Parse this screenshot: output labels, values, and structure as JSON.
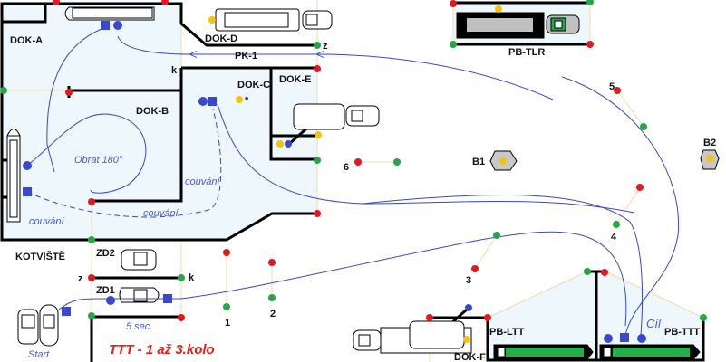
{
  "colors": {
    "water": "#eef7fc",
    "wall": "#000000",
    "path": "#3a48c4",
    "gate_red": "#e3191f",
    "gate_green": "#22a845",
    "buoy_yellow": "#f6c20a",
    "marker_blue": "#3a48d0",
    "guide_line": "#f0dcaa",
    "title_red": "#e0201a",
    "hull_green": "#22b04a",
    "hexagon_gray": "#c8c8c8"
  },
  "docks": {
    "dok_a": "DOK-A",
    "dok_b": "DOK-B",
    "dok_c": "DOK-C",
    "dok_d": "DOK-D",
    "dok_e": "DOK-E",
    "dok_f": "DOK-F",
    "kotviste": "KOTVIŠTĚ",
    "zd1": "ZD1",
    "zd2": "ZD2",
    "pb_tlr": "PB-TLR",
    "pb_ltt": "PB-LTT",
    "pb_ttt": "PB-TTT",
    "pk1": "PK-1"
  },
  "gate_marks": {
    "z": "z",
    "k": "k"
  },
  "gates": [
    "1",
    "2",
    "3",
    "4",
    "5",
    "6"
  ],
  "buoys": [
    "B1",
    "B2"
  ],
  "notes": {
    "obrat": "Obrat 180°",
    "couvani": "couvání",
    "five_sec": "5 sec.",
    "start": "Start",
    "cil": "Cíl",
    "star": "*"
  },
  "title": "TTT - 1 až 3.kolo"
}
